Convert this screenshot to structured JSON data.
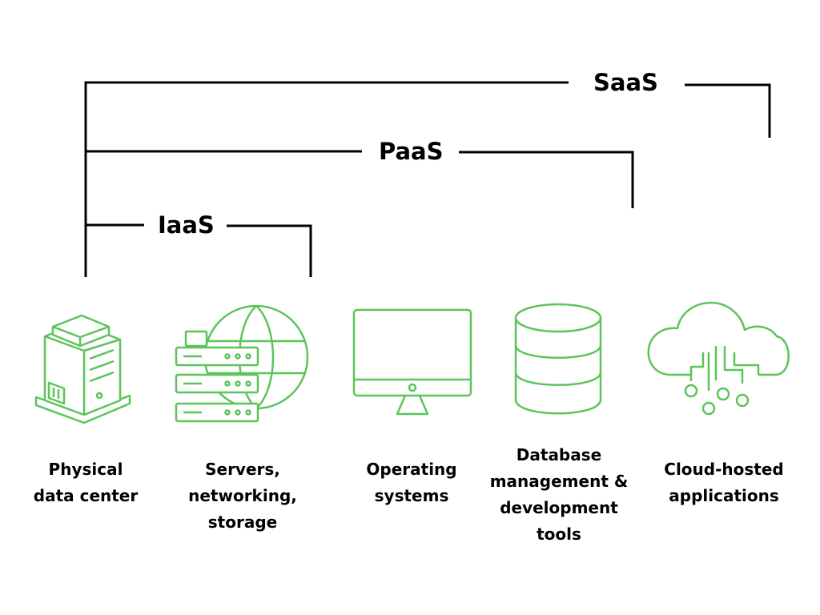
{
  "tiers": [
    {
      "label": "SaaS"
    },
    {
      "label": "PaaS"
    },
    {
      "label": "IaaS"
    }
  ],
  "stack": [
    {
      "icon": "server-tower-icon",
      "lines": [
        "Physical",
        "data center"
      ]
    },
    {
      "icon": "server-globe-icon",
      "lines": [
        "Servers,",
        "networking,",
        "storage"
      ]
    },
    {
      "icon": "monitor-icon",
      "lines": [
        "Operating",
        "systems"
      ]
    },
    {
      "icon": "database-icon",
      "lines": [
        "Database",
        "management &",
        "development",
        "tools"
      ]
    },
    {
      "icon": "cloud-circuit-icon",
      "lines": [
        "Cloud-hosted",
        "applications"
      ]
    }
  ],
  "colors": {
    "icon": "#5cc45a",
    "line": "#000000",
    "text": "#000000"
  }
}
